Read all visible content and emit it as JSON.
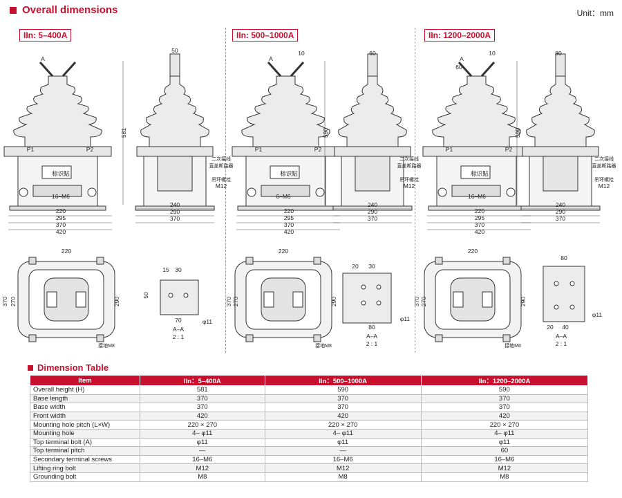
{
  "header": {
    "title": "Overall dimensions",
    "unit": "Unit：mm"
  },
  "sections": [
    {
      "label": "IIn: 5–400A"
    },
    {
      "label": "IIn: 500–1000A"
    },
    {
      "label": "IIn: 1200–2000A"
    }
  ],
  "drawing_labels": {
    "s1": {
      "top_w": "50",
      "height": "581",
      "terminal": "16–M6",
      "d220": "220",
      "d295": "295",
      "d370": "370",
      "d420": "420",
      "s240": "240",
      "s290": "290",
      "s370": "370",
      "label_box": "标识贴",
      "p1": "P1",
      "p2": "P2",
      "sec_wiring": "二次接线",
      "sec_breaker": "直盖断路器",
      "lift_bolt": "吊环螺栓",
      "m12": "M12",
      "b220": "220",
      "b370": "370",
      "b270": "270",
      "b290": "290",
      "ground": "接地M8",
      "aa_15": "15",
      "aa_30": "30",
      "aa_50": "50",
      "aa_70": "70",
      "aa_phi": "φ11",
      "aa_title": "A–A",
      "aa_scale": "2 : 1",
      "a": "A",
      "ten": ""
    },
    "s2": {
      "top_w": "60",
      "height": "590",
      "ten": "10",
      "terminal": "6–M6",
      "d220": "220",
      "d295": "295",
      "d370": "370",
      "d420": "420",
      "s240": "240",
      "s290": "290",
      "s370": "370",
      "label_box": "标识贴",
      "p1": "P1",
      "p2": "P2",
      "sec_wiring": "二次接线",
      "sec_breaker": "直盖断路器",
      "lift_bolt": "吊环螺栓",
      "m12": "M12",
      "b220": "220",
      "b370": "370",
      "b270": "270",
      "b290": "290",
      "ground": "接地M8",
      "aa_20": "20",
      "aa_30": "30",
      "aa_80": "80",
      "aa_phi": "φ11",
      "aa_title": "A–A",
      "aa_scale": "2 : 1",
      "a": "A"
    },
    "s3": {
      "top_w": "80",
      "height": "590",
      "ten": "10",
      "sixty": "60",
      "terminal": "16–M6",
      "d220": "220",
      "d295": "295",
      "d370": "370",
      "d420": "420",
      "s240": "240",
      "s290": "290",
      "s370": "370",
      "label_box": "标识贴",
      "p1": "P1",
      "p2": "P2",
      "sec_wiring": "二次接线",
      "sec_breaker": "直盖断路器",
      "lift_bolt": "吊环螺栓",
      "m12": "M12",
      "b220": "220",
      "b370": "370",
      "b270": "270",
      "b290": "290",
      "ground": "接地M8",
      "aa_20": "20",
      "aa_40": "40",
      "aa_80": "80",
      "aa_phi": "φ11",
      "aa_title": "A–A",
      "aa_scale": "2 : 1",
      "a": "A"
    }
  },
  "dimension_table": {
    "title": "Dimension Table",
    "headers": [
      "Item",
      "IIn：5–400A",
      "IIn：500–1000A",
      "IIn：1200–2000A"
    ],
    "rows": [
      [
        "Overall height (H)",
        "581",
        "590",
        "590"
      ],
      [
        "Base length",
        "370",
        "370",
        "370"
      ],
      [
        "Base width",
        "370",
        "370",
        "370"
      ],
      [
        "Front width",
        "420",
        "420",
        "420"
      ],
      [
        "Mounting hole pitch (L×W)",
        "220 × 270",
        "220 × 270",
        "220 × 270"
      ],
      [
        "Mounting hole",
        "4– φ11",
        "4– φ11",
        "4– φ11"
      ],
      [
        "Top terminal bolt (A)",
        "φ11",
        "φ11",
        "φ11"
      ],
      [
        "Top terminal pitch",
        "—",
        "—",
        "60"
      ],
      [
        "Secondary terminal screws",
        "16–M6",
        "16–M6",
        "16–M6"
      ],
      [
        "Lifting ring bolt",
        "M12",
        "M12",
        "M12"
      ],
      [
        "Grounding bolt",
        "M8",
        "M8",
        "M8"
      ]
    ]
  },
  "colors": {
    "accent": "#c8102e",
    "line": "#333333",
    "body_fill": "#ececec"
  }
}
